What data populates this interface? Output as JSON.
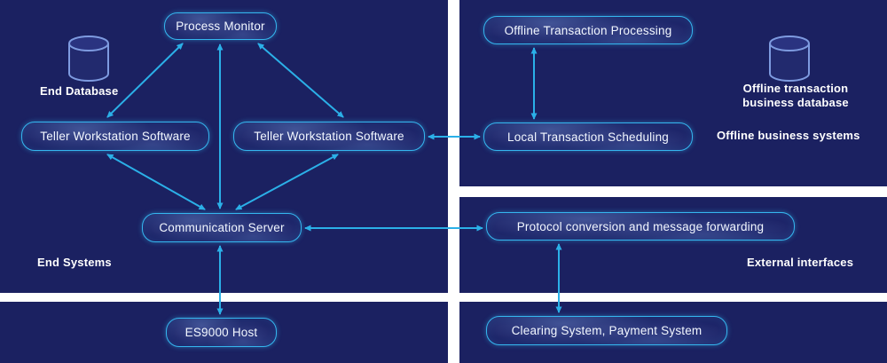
{
  "colors": {
    "panel_bg": "#1b2161",
    "box_border": "#35b6ef",
    "arrow": "#2bb0e8",
    "text": "#ffffff"
  },
  "nodes": {
    "process_monitor": {
      "label": "Process Monitor"
    },
    "teller_left": {
      "label": "Teller Workstation Software"
    },
    "teller_right": {
      "label": "Teller Workstation Software"
    },
    "communication_server": {
      "label": "Communication Server"
    },
    "offline_transaction_processing": {
      "label": "Offline Transaction Processing"
    },
    "local_transaction_scheduling": {
      "label": "Local Transaction Scheduling"
    },
    "protocol_conversion": {
      "label": "Protocol conversion and message forwarding"
    },
    "es9000_host": {
      "label": "ES9000 Host"
    },
    "clearing_system": {
      "label": "Clearing System, Payment System"
    }
  },
  "labels": {
    "end_database": "End Database",
    "end_systems": "End Systems",
    "offline_transaction_business_database": "Offline transaction business database",
    "offline_business_systems": "Offline business systems",
    "external_interfaces": "External interfaces"
  },
  "icons": {
    "left_database": "database-icon",
    "right_database": "database-icon"
  }
}
